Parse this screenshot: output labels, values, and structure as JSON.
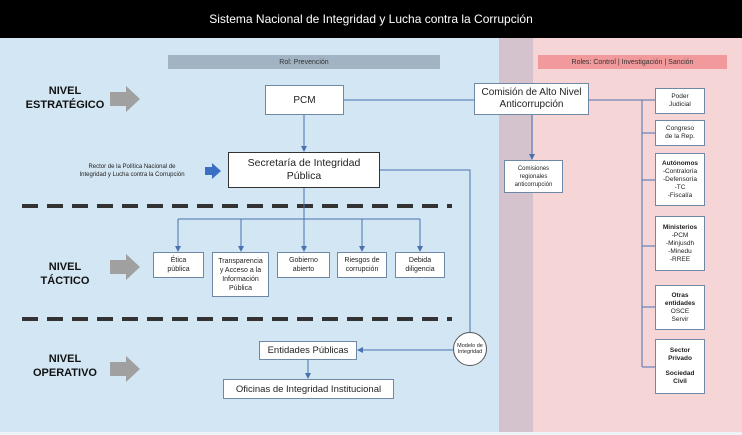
{
  "title": "Sistema Nacional de Integridad y Lucha contra la Corrupción",
  "roles": {
    "prevention": "Rol: Prevención",
    "control": "Roles: Control | Investigación | Sanción"
  },
  "levels": {
    "strategic": [
      "NIVEL",
      "ESTRATÉGICO"
    ],
    "tactical": [
      "NIVEL",
      "TÁCTICO"
    ],
    "operative": [
      "NIVEL",
      "OPERATIVO"
    ]
  },
  "rector_note": [
    "Rector de la Política Nacional de",
    "Integridad y Lucha contra la Corrupción"
  ],
  "nodes": {
    "pcm": "PCM",
    "comision": [
      "Comisión de Alto Nivel",
      "Anticorrupción"
    ],
    "secretaria": [
      "Secretaría de Integridad",
      "Pública"
    ],
    "comisiones_regionales": [
      "Comisiones",
      "regionales",
      "anticorrupción"
    ],
    "entidades": "Entidades Públicas",
    "oficinas": "Oficinas de Integridad Institucional",
    "modelo": [
      "Modelo de",
      "Integridad"
    ]
  },
  "tactical_boxes": [
    {
      "lines": [
        "Ética",
        "pública"
      ]
    },
    {
      "lines": [
        "Transparencia",
        "y Acceso a la",
        "Información",
        "Pública"
      ]
    },
    {
      "lines": [
        "Gobierno",
        "abierto"
      ]
    },
    {
      "lines": [
        "Riesgos de",
        "corrupción"
      ]
    },
    {
      "lines": [
        "Debida",
        "diligencia"
      ]
    }
  ],
  "right_boxes": [
    {
      "title": "",
      "lines": [
        "Poder",
        "Judicial"
      ]
    },
    {
      "title": "",
      "lines": [
        "Congreso",
        "de la Rep."
      ]
    },
    {
      "title": "Autónomos",
      "lines": [
        "-Contraloría",
        "-Defensoría",
        "-TC",
        "-Fiscalía"
      ]
    },
    {
      "title": "Ministerios",
      "lines": [
        "-PCM",
        "-Minjusdh",
        "-Minedu",
        "-RREE"
      ]
    },
    {
      "title": "Otras entidades",
      "lines": [
        "OSCE",
        "Servir"
      ]
    },
    {
      "title": "Sector Privado",
      "lines": [],
      "title2": "Sociedad Civil"
    }
  ],
  "colors": {
    "header_bg": "#000000",
    "prevention_zone": "#d3e6f3",
    "control_zone": "#f5d5d5",
    "overlap_zone": "#d4c3cd",
    "prevention_bar": "#a2b3c3",
    "control_bar": "#f2999b",
    "connector": "#4a72b0",
    "rector_arrow": "#3a6fc4",
    "level_arrow": "#a0a0a0"
  }
}
